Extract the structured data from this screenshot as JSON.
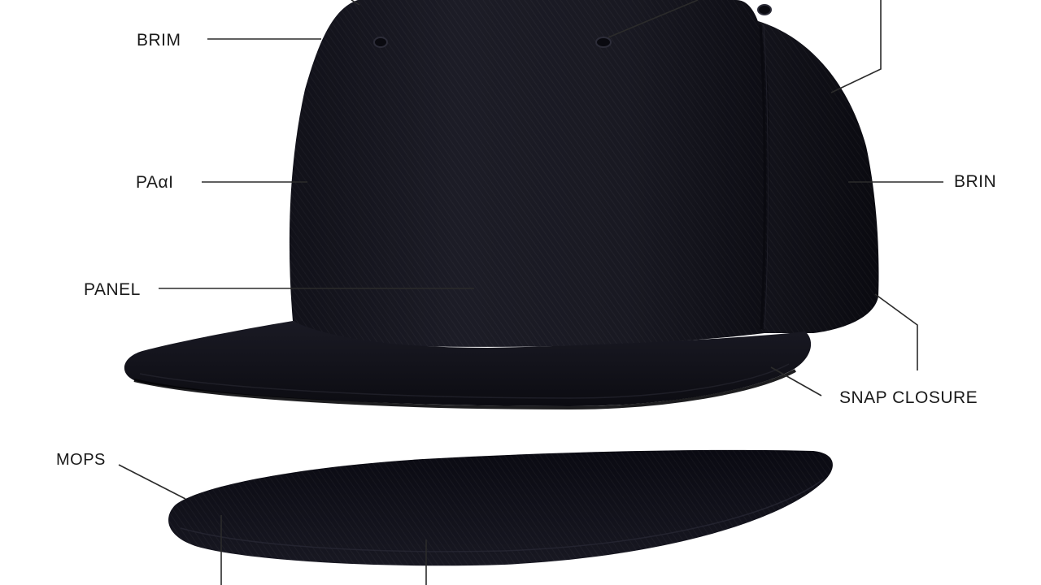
{
  "labels": {
    "brim_top_left": "BRIM",
    "panel_upper_left": "PAαI",
    "panel_left": "PANEL",
    "brim_right": "BRIN",
    "snap_closure": "SNAP CLOSURE",
    "mops": "MOPS"
  },
  "colors": {
    "cap": "#16161f",
    "cap_shadow": "#0b0b12",
    "cap_highlight": "#2a2a35",
    "leader_line": "#2b2b2b",
    "background": "#ffffff"
  }
}
